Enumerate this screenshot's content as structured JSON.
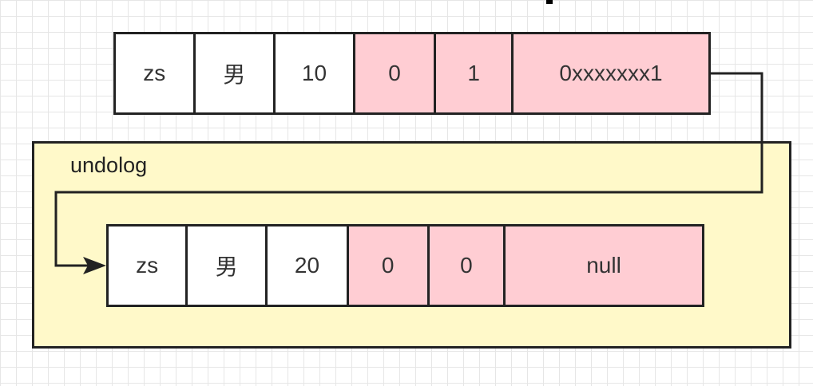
{
  "diagram": {
    "container_label": "undolog",
    "current_record": {
      "cells": [
        {
          "value": "zs",
          "hidden": false
        },
        {
          "value": "男",
          "hidden": false
        },
        {
          "value": "10",
          "hidden": false
        },
        {
          "value": "0",
          "hidden": true
        },
        {
          "value": "1",
          "hidden": true
        },
        {
          "value": "0xxxxxxx1",
          "hidden": true
        }
      ]
    },
    "undo_record": {
      "cells": [
        {
          "value": "zs",
          "hidden": false
        },
        {
          "value": "男",
          "hidden": false
        },
        {
          "value": "20",
          "hidden": false
        },
        {
          "value": "0",
          "hidden": true
        },
        {
          "value": "0",
          "hidden": true
        },
        {
          "value": "null",
          "hidden": true
        }
      ]
    }
  },
  "colors": {
    "container_fill": "#fff9c9",
    "hidden_column_fill": "#ffcdd3",
    "line": "#222222"
  }
}
